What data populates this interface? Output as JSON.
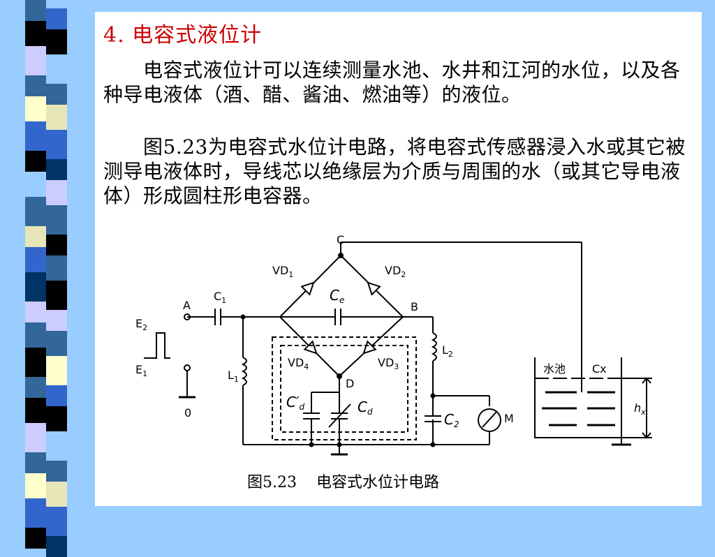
{
  "slide": {
    "title": "4.  电容式液位计",
    "paragraph1": "　　电容式液位计可以连续测量水池、水井和江河的水位，以及各种导电液体（酒、醋、酱油、燃油等）的液位。",
    "paragraph2": "　　图5.23为电容式水位计电路，将电容式传感器浸入水或其它被测导电液体时，导线芯以绝缘层为介质与周围的水（或其它导电液体）形成圆柱形电容器。",
    "caption": "图5.23    电容式水位计电路"
  },
  "diagram": {
    "labels": {
      "A": "A",
      "B": "B",
      "C": "C",
      "D": "D",
      "C1": "C",
      "C1_sub": "1",
      "Ce": "C",
      "Ce_sub": "e",
      "VD1": "VD",
      "VD1_sub": "1",
      "VD2": "VD",
      "VD2_sub": "2",
      "VD3": "VD",
      "VD3_sub": "3",
      "VD4": "VD",
      "VD4_sub": "4",
      "E2": "E",
      "E2_sub": "2",
      "E1": "E",
      "E1_sub": "1",
      "zero": "0",
      "L1": "L",
      "L1_sub": "1",
      "L2": "L",
      "L2_sub": "2",
      "Cd_prime": "C′",
      "Cd_prime_sub": "d",
      "Cd": "C",
      "Cd_sub": "d",
      "C2": "C",
      "C2_sub": "2",
      "M": "M",
      "pool": "水池",
      "Cx": "Cx",
      "hx": "h",
      "hx_sub": "x"
    }
  },
  "colors": {
    "background": "#99ccff",
    "panel": "#ffffff",
    "title": "#cc0000"
  }
}
